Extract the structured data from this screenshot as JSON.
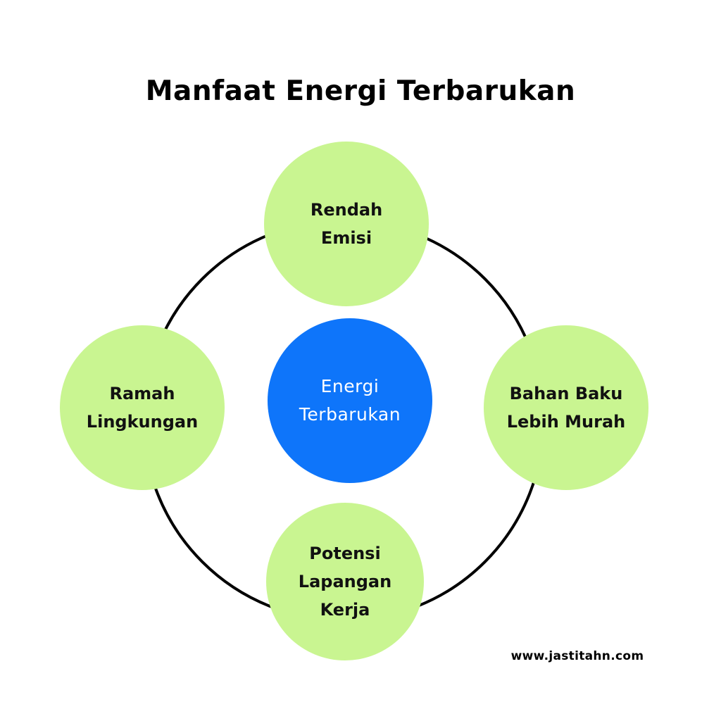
{
  "title": "Manfaat Energi Terbarukan",
  "colors": {
    "benefit_fill": "#C9F591",
    "center_fill": "#0E75FA",
    "ring_stroke": "#000000",
    "center_text": "#FFFFFF",
    "benefit_text": "#111111"
  },
  "diagram": {
    "center": {
      "label": "Energi\nTerbarukan"
    },
    "nodes": [
      {
        "position": "top",
        "label": "Rendah\nEmisi"
      },
      {
        "position": "right",
        "label": "Bahan Baku\nLebih Murah"
      },
      {
        "position": "bottom",
        "label": "Potensi\nLapangan\nKerja"
      },
      {
        "position": "left",
        "label": "Ramah\nLingkungan"
      }
    ]
  },
  "footer": {
    "website": "www.jastitahn.com"
  }
}
